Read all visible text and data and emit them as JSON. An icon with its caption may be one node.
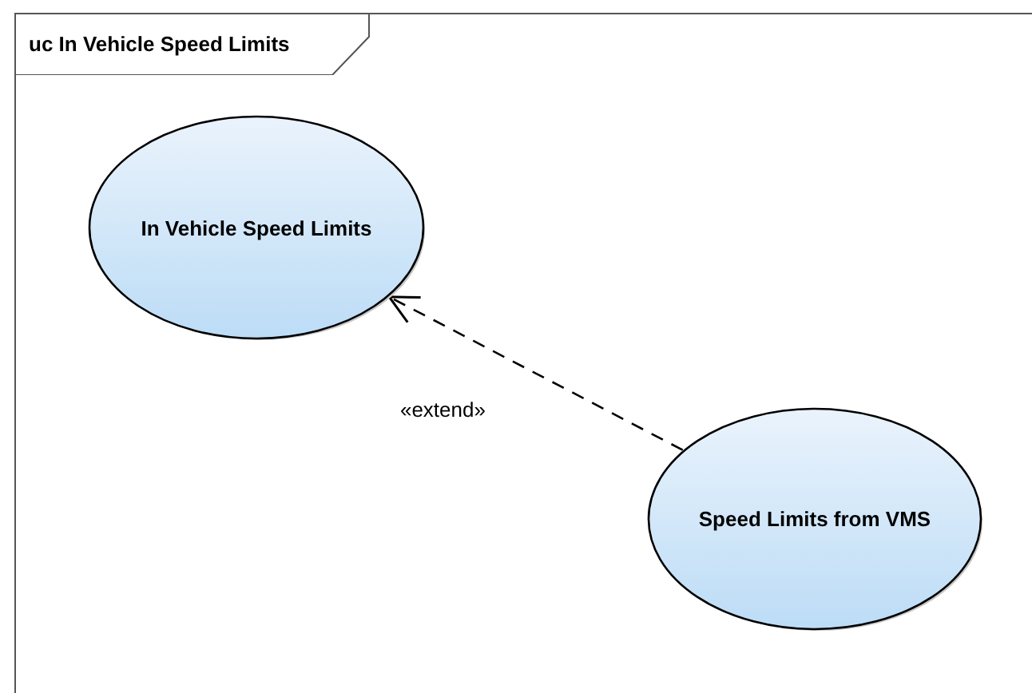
{
  "diagram": {
    "nodes": [
      {
        "text": [
          "uc In Vehicle Speed Limits"
        ]
      },
      {
        "text": [
          "In Vehicle Speed Limits"
        ],
        "in": 0
      },
      {
        "text": [
          "Speed Limits from VMS"
        ],
        "in": 0
      }
    ],
    "edges": [
      {
        "from": 2,
        "to": 1,
        "arrow": "to",
        "style": "dashed",
        "label": "«extend»"
      }
    ]
  }
}
